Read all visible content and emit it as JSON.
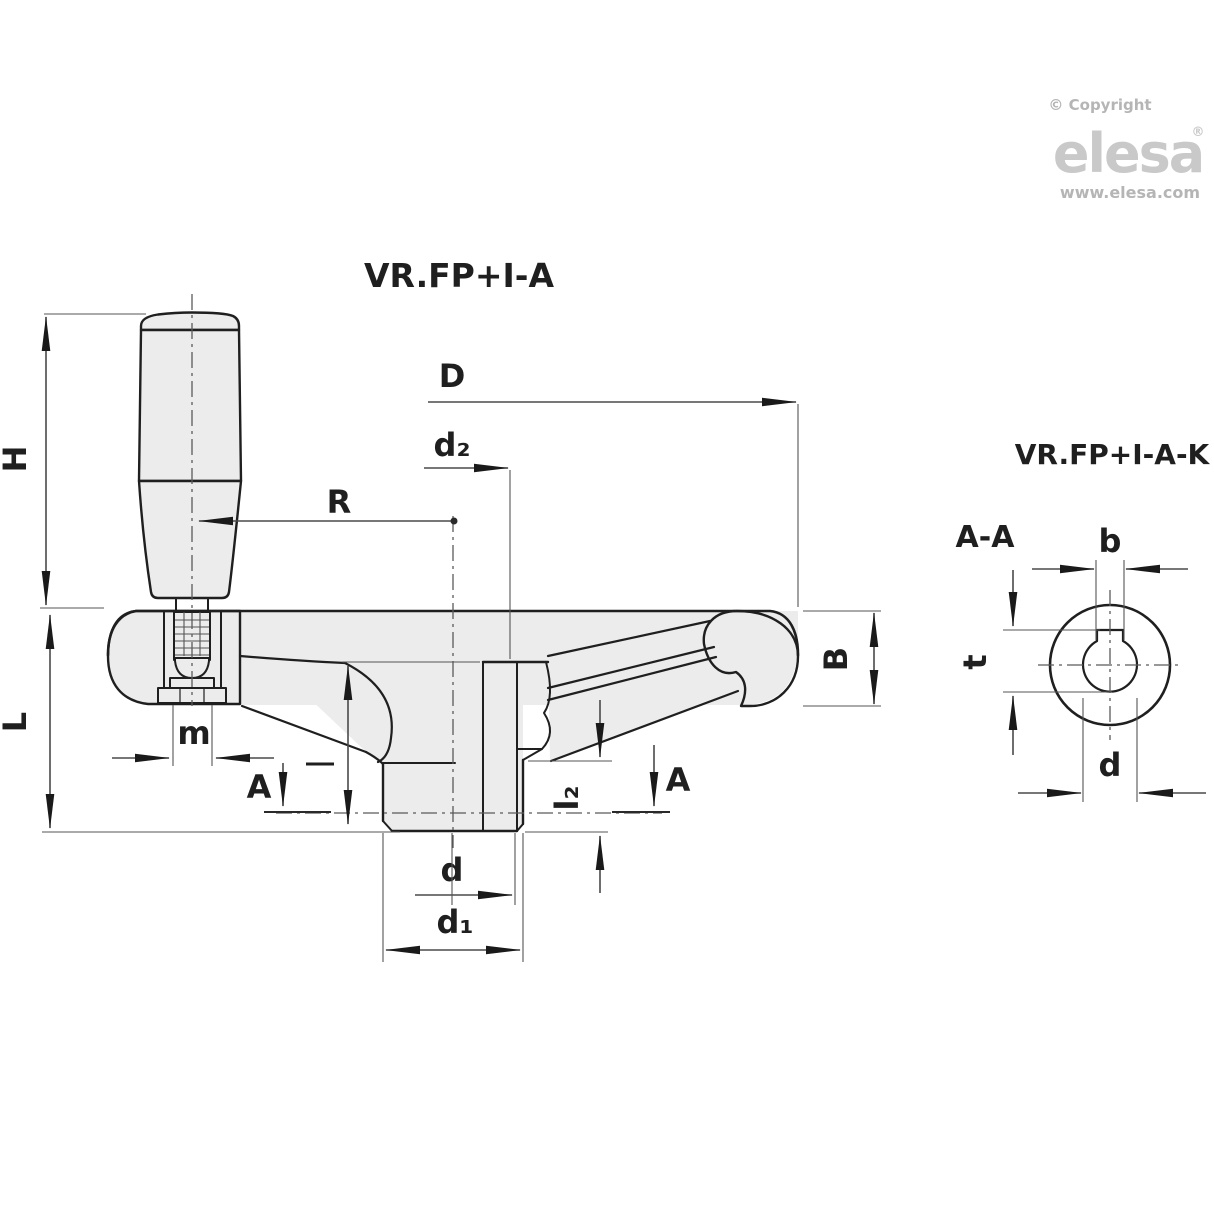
{
  "titles": {
    "main": "VR.FP+I-A",
    "section": "VR.FP+I-A-K",
    "section_cut": "A-A"
  },
  "logo": {
    "copyright": "© Copyright",
    "brand": "elesa",
    "registered": "®",
    "website": "www.elesa.com"
  },
  "dim_labels": {
    "H": "H",
    "L": "L",
    "D": "D",
    "d2": "d₂",
    "R": "R",
    "m": "m",
    "A": "A",
    "B": "B",
    "l2": "l₂",
    "d": "d",
    "d1": "d₁",
    "b": "b",
    "t": "t",
    "d_bore": "d"
  },
  "colors": {
    "background": "#ffffff",
    "part_fill": "#ececec",
    "outline": "#1f1f1f",
    "dimension_line": "#4a4a4a",
    "hatch": "#2b2b2b",
    "section_hatch_gray": "#9c9c9c",
    "logo_gray": "#c9c9c9",
    "logo_text_gray": "#b5b5b5"
  }
}
